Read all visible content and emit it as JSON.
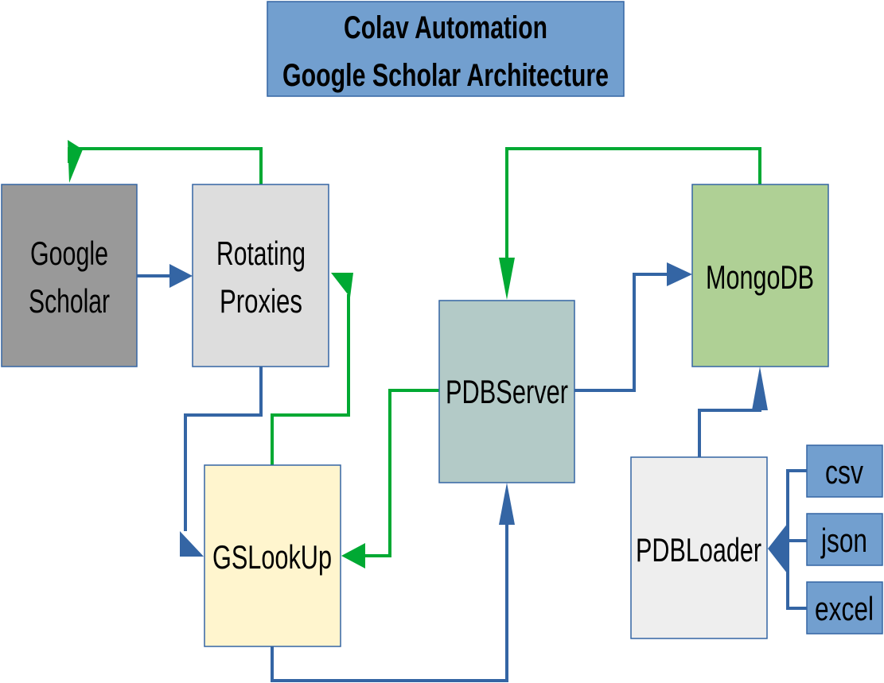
{
  "title": {
    "line1": "Colav Automation",
    "line2": "Google Scholar Architecture"
  },
  "nodes": {
    "google_scholar": {
      "line1": "Google",
      "line2": "Scholar"
    },
    "rotating_proxies": {
      "line1": "Rotating",
      "line2": "Proxies"
    },
    "pdbserver": {
      "label": "PDBServer"
    },
    "mongodb": {
      "label": "MongoDB"
    },
    "gslookup": {
      "label": "GSLookUp"
    },
    "pdbloader": {
      "label": "PDBLoader"
    },
    "csv": {
      "label": "csv"
    },
    "json": {
      "label": "json"
    },
    "excel": {
      "label": "excel"
    }
  },
  "colors": {
    "title_fill": "#729fcf",
    "border": "#3465a4",
    "google_scholar_fill": "#999999",
    "rotating_proxies_fill": "#dddddd",
    "pdbserver_fill": "#b3cac7",
    "mongodb_fill": "#afd095",
    "gslookup_fill": "#fff5ce",
    "pdbloader_fill": "#eeeeee",
    "file_fill": "#729fcf",
    "blue_connector": "#3465a4",
    "green_connector": "#00a933"
  }
}
